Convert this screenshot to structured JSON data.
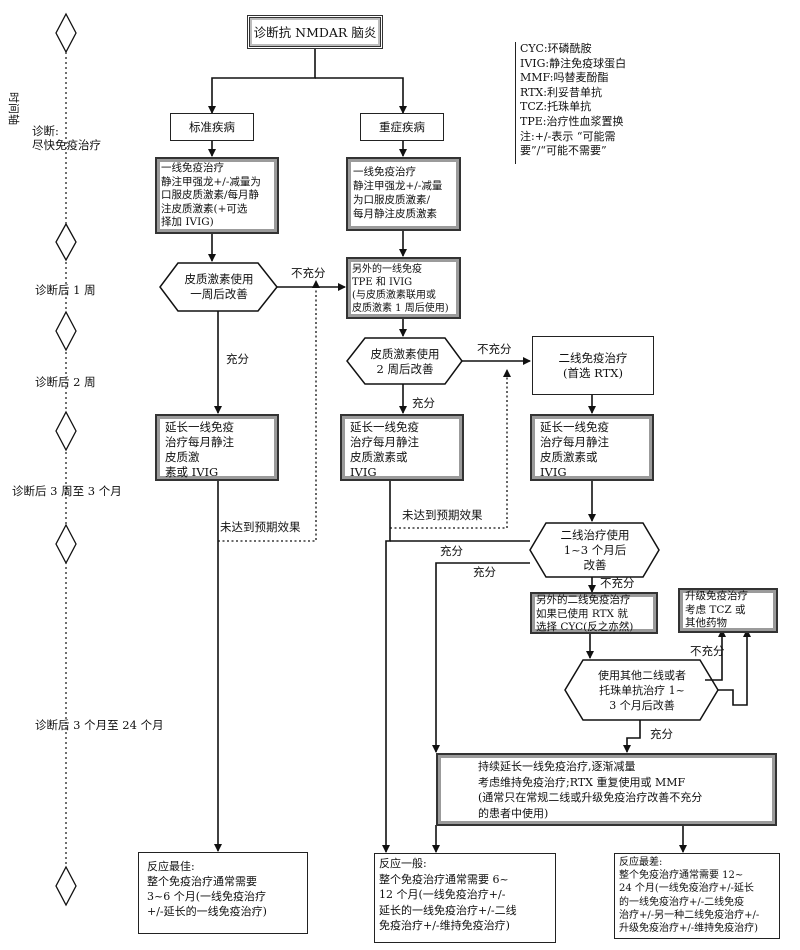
{
  "timeline": {
    "axis_label": "时间轴",
    "stages": [
      "诊断:\n尽快免疫治疗",
      "诊断后 1 周",
      "诊断后 2 周",
      "诊断后 3 周至 3 个月",
      "诊断后 3 个月至 24 个月"
    ]
  },
  "nodes": {
    "diagnose": "诊断抗 NMDAR 脑炎",
    "standard": "标准疾病",
    "severe": "重症疾病",
    "std_first_line": "一线免疫治疗\n静注甲强龙+/-减量为\n口服皮质激素/每月静\n注皮质激素(+可选\n择加 IVIG)",
    "sev_first_line": "一线免疫治疗\n静注甲强龙+/-减量\n为口服皮质激素/\n每月静注皮质激素",
    "std_decision": "皮质激素使用\n一周后改善",
    "sev_extra_first_line": "另外的一线免疫\nTPE 和 IVIG\n(与皮质激素联用或\n皮质激素 1 周后使用)",
    "sev_decision": "皮质激素使用\n2 周后改善",
    "second_line": "二线免疫治疗\n(首选 RTX)",
    "std_extend": "延长一线免疫\n治疗每月静注\n皮质激\n素或 IVIG",
    "sev_extend": "延长一线免疫\n治疗每月静注\n皮质激素或\nIVIG",
    "second_extend": "延长一线免疫\n治疗每月静注\n皮质激素或\nIVIG",
    "second_decision": "二线治疗使用\n1~3 个月后\n改善",
    "extra_second_line": "另外的二线免疫治疗\n如果已使用 RTX 就\n选择 CYC(反之亦然)",
    "upgrade": "升级免疫治疗\n考虑 TCZ 或\n其他药物",
    "other_second_decision": "使用其他二线或者\n托珠单抗治疗 1~\n3 个月后改善",
    "maintain": "持续延长一线免疫治疗,逐渐减量\n考虑维持免疫治疗;RTX 重复使用或 MMF\n(通常只在常规二线或升级免疫治疗改善不充分\n的患者中使用)",
    "outcome_best": "反应最佳:\n整个免疫治疗通常需要\n3~6 个月(一线免疫治疗\n+/-延长的一线免疫治疗)",
    "outcome_mid": "反应一般:\n整个免疫治疗通常需要 6~\n12 个月(一线免疫治疗+/-\n延长的一线免疫治疗+/-二线\n免疫治疗+/-维持免疫治疗)",
    "outcome_worst": "反应最差:\n整个免疫治疗通常需要 12~\n24 个月(一线免疫治疗+/-延长\n的一线免疫治疗+/-二线免疫\n治疗+/-另一种二线免疫治疗+/-\n升级免疫治疗+/-维持免疫治疗)"
  },
  "edge_labels": {
    "insufficient_1": "不充分",
    "sufficient_1": "充分",
    "insufficient_2": "不充分",
    "sufficient_2": "充分",
    "not_expected_1": "未达到预期效果",
    "not_expected_2": "未达到预期效果",
    "sufficient_3": "充分",
    "sufficient_4": "充分",
    "insufficient_3": "不充分",
    "insufficient_4": "不充分",
    "sufficient_5": "充分"
  },
  "legend": {
    "text": "CYC:环磷酰胺\nIVIG:静注免疫球蛋白\nMMF:吗替麦酚酯\nRTX:利妥昔单抗\nTCZ:托珠单抗\nTPE:治疗性血浆置换\n注:+/-表示 “可能需\n要”/“可能不需要”"
  }
}
